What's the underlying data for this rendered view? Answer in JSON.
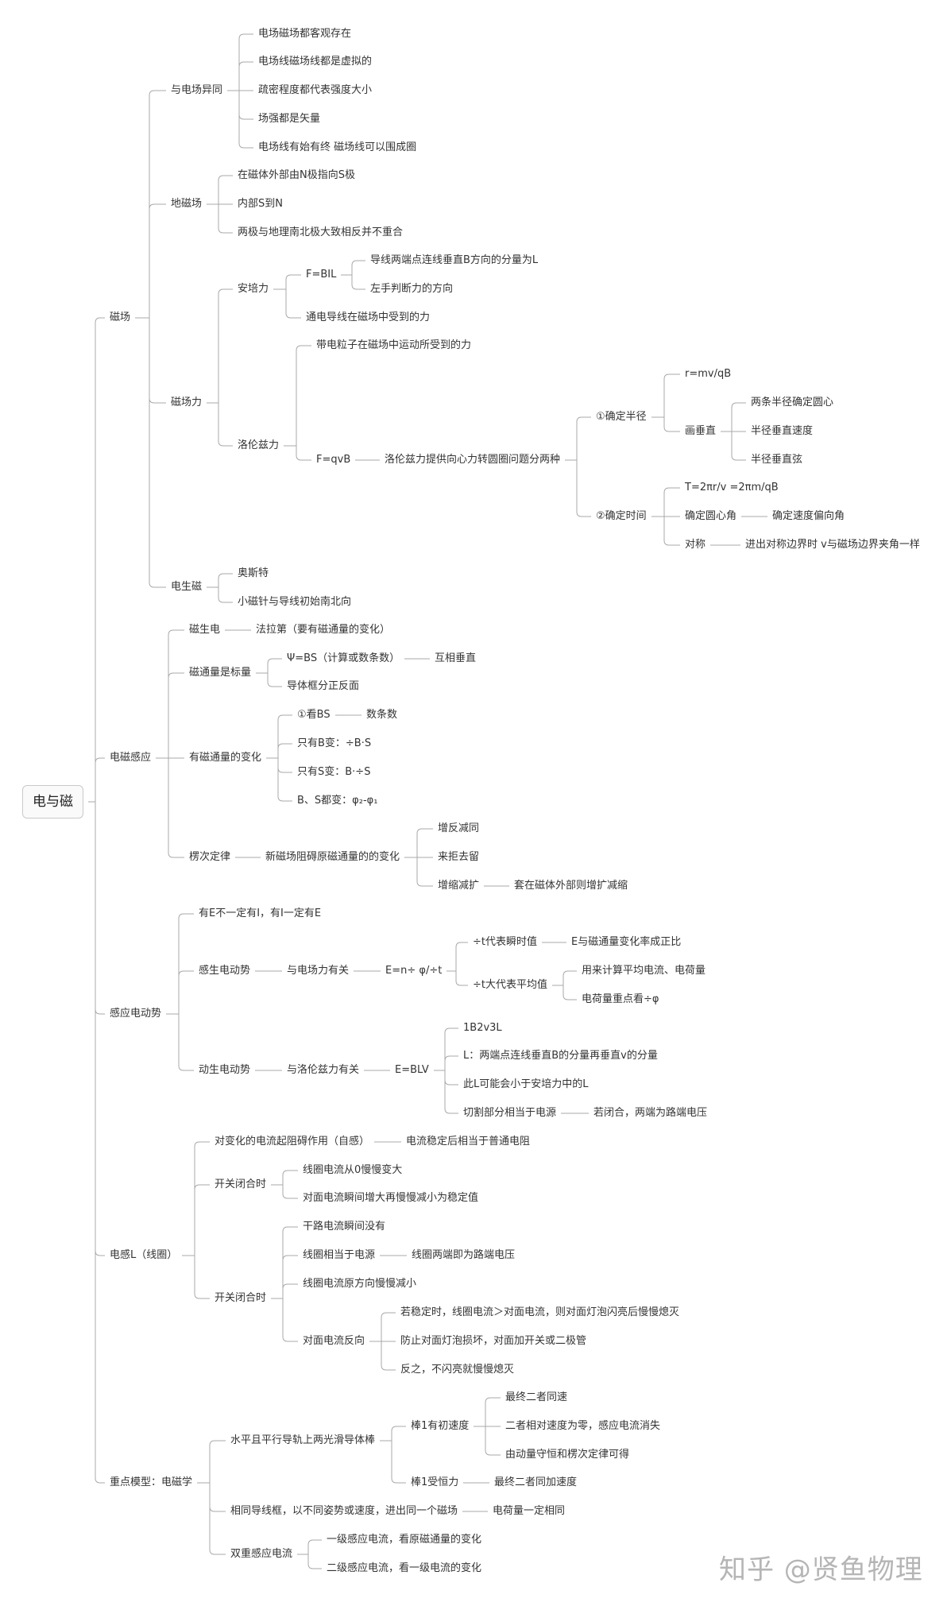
{
  "watermark": "知乎 @贤鱼物理",
  "colors": {
    "line": "#a8a8a8",
    "text": "#333333",
    "root_border": "#c9c9c9",
    "watermark": "#b5b5b5"
  },
  "nodes": {
    "root": "电与磁",
    "a": "磁场",
    "a1": "与电场异同",
    "a1a": "电场磁场都客观存在",
    "a1b": "电场线磁场线都是虚拟的",
    "a1c": "疏密程度都代表强度大小",
    "a1d": "场强都是矢量",
    "a1e": "电场线有始有终 磁场线可以围成圈",
    "a2": "地磁场",
    "a2a": "在磁体外部由N极指向S极",
    "a2b": "内部S到N",
    "a2c": "两极与地理南北极大致相反并不重合",
    "a3": "磁场力",
    "a3a": "安培力",
    "a3a1": "F=BIL",
    "a3a1a": "导线两端点连线垂直B方向的分量为L",
    "a3a1b": "左手判断力的方向",
    "a3a2": "通电导线在磁场中受到的力",
    "a3b": "洛伦兹力",
    "a3b1": "带电粒子在磁场中运动所受到的力",
    "a3b2": "F=qvB",
    "a3b2a": "洛伦兹力提供向心力转圆圈问题分两种",
    "r1": "①确定半径",
    "r1a": "r=mv/qB",
    "r1b": "画垂直",
    "r1b1": "两条半径确定圆心",
    "r1b2": "半径垂直速度",
    "r1b3": "半径垂直弦",
    "r2": "②确定时间",
    "r2a": "T=2πr/v =2πm/qB",
    "r2b": "确定圆心角",
    "r2b1": "确定速度偏向角",
    "r2c": "对称",
    "r2c1": "进出对称边界时 v与磁场边界夹角一样",
    "a4": "电生磁",
    "a4a": "奥斯特",
    "a4b": "小磁针与导线初始南北向",
    "b": "电磁感应",
    "b1": "磁生电",
    "b1a": "法拉第（要有磁通量的变化）",
    "b2": "磁通量是标量",
    "b2a": "Ψ=BS（计算或数条数）",
    "b2a1": "互相垂直",
    "b2b": "导体框分正反面",
    "b3": "有磁通量的变化",
    "b3a": "①看BS",
    "b3a1": "数条数",
    "b3b": "只有B变：÷B·S",
    "b3c": "只有S变：B·÷S",
    "b3d": "B、S都变：φ₂-φ₁",
    "b4": "楞次定律",
    "b4a": "新磁场阻碍原磁通量的的变化",
    "b4a1": "增反减同",
    "b4a2": "来拒去留",
    "b4a3": "增缩减扩",
    "b4a3a": "套在磁体外部则增扩减缩",
    "c": "感应电动势",
    "c1": "有E不一定有I，有I一定有E",
    "c2": "感生电动势",
    "c2a": "与电场力有关",
    "c2b": "E=n÷ φ/÷t",
    "c2b1": "÷t代表瞬时值",
    "c2b1a": "E与磁通量变化率成正比",
    "c2b2": "÷t大代表平均值",
    "c2b2a": "用来计算平均电流、电荷量",
    "c2b2b": "电荷量重点看÷φ",
    "c3": "动生电动势",
    "c3a": "与洛伦兹力有关",
    "c3b": "E=BLV",
    "c3b1": "1B2v3L",
    "c3b2": "L：两端点连线垂直B的分量再垂直v的分量",
    "c3b3": "此L可能会小于安培力中的L",
    "c3b4": "切割部分相当于电源",
    "c3b4a": "若闭合，两端为路端电压",
    "d": "电感L（线圈）",
    "d1": "对变化的电流起阻碍作用（自感）",
    "d1a": "电流稳定后相当于普通电阻",
    "d2": "开关闭合时",
    "d2a": "线圈电流从0慢慢变大",
    "d2b": "对面电流瞬间增大再慢慢减小为稳定值",
    "d3": "开关闭合时",
    "d3a": "干路电流瞬间没有",
    "d3b": "线圈相当于电源",
    "d3b1": "线圈两端即为路端电压",
    "d3c": "线圈电流原方向慢慢减小",
    "d3d": "对面电流反向",
    "d3d1": "若稳定时，线圈电流＞对面电流，则对面灯泡闪亮后慢慢熄灭",
    "d3d2": "防止对面灯泡损坏，对面加开关或二极管",
    "d3d3": "反之，不闪亮就慢慢熄灭",
    "e": "重点模型：电磁学",
    "e1": "水平且平行导轨上两光滑导体棒",
    "e1a": "棒1有初速度",
    "e1a1": "最终二者同速",
    "e1a2": "二者相对速度为零，感应电流消失",
    "e1a3": "由动量守恒和楞次定律可得",
    "e1b": "棒1受恒力",
    "e1b1": "最终二者同加速度",
    "e2": "相同导线框，以不同姿势或速度，进出同一个磁场",
    "e2a": "电荷量一定相同",
    "e3": "双重感应电流",
    "e3a": "一级感应电流，看原磁通量的变化",
    "e3b": "二级感应电流，看一级电流的变化"
  }
}
